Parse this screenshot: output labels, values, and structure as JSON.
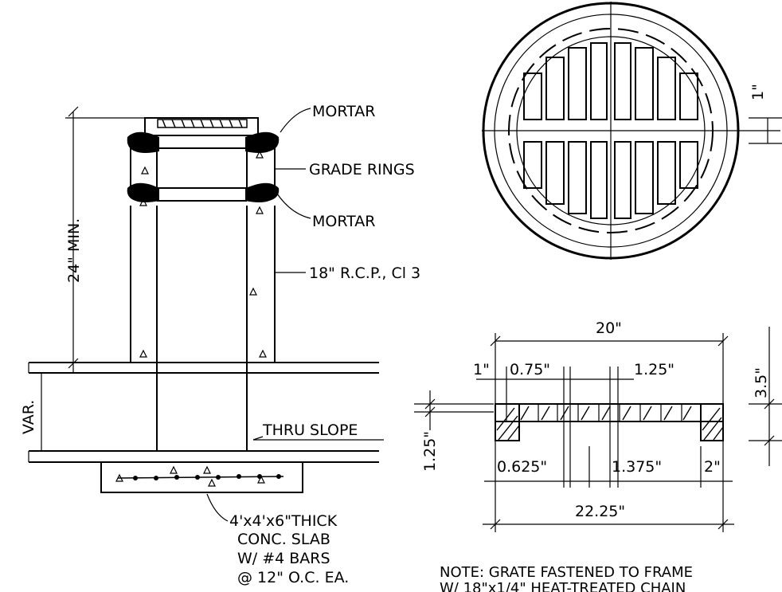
{
  "labels": {
    "mortar_top": "MORTAR",
    "grade_rings": "GRADE RINGS",
    "mortar_bottom": "MORTAR",
    "pipe": "18\" R.C.P., Cl 3",
    "thru_slope": "THRU SLOPE",
    "min_depth": "24\" MIN.",
    "var": "VAR.",
    "slab": [
      "4'x4'x6\"THICK",
      "CONC. SLAB",
      "W/ #4 BARS",
      "@ 12\" O.C. EA."
    ]
  },
  "dimensions": {
    "plan_one_inch": "1\"",
    "frame_width": "20\"",
    "one_inch": "1\"",
    "bar_width": "0.75\"",
    "slot_width": "1.25\"",
    "frame_height": "3.5\"",
    "grate_depth": "1.25\"",
    "edge_offset": "0.625\"",
    "bar_spacing": "1.375\"",
    "rim_width": "2\"",
    "overall_width": "22.25\""
  },
  "note": [
    "NOTE:   GRATE FASTENED TO FRAME",
    "W/  18\"x1/4\"  HEAT-TREATED  CHAIN"
  ]
}
